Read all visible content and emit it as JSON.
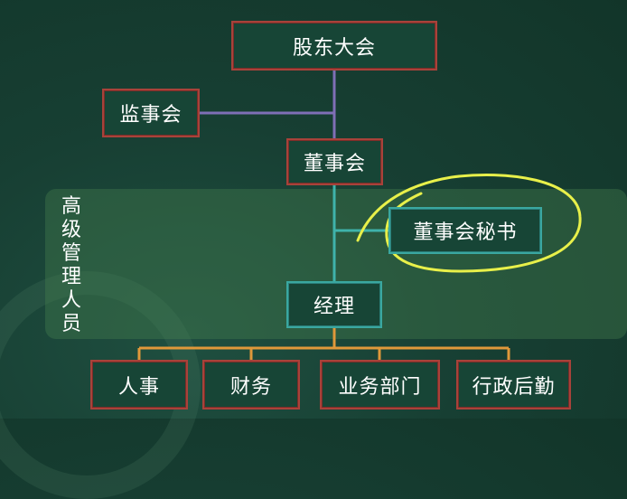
{
  "diagram": {
    "top": "股东大会",
    "supervisors": "监事会",
    "board": "董事会",
    "secretary": "董事会秘书",
    "manager": "经理",
    "band_label_chars": [
      "高",
      "级",
      "管",
      "理",
      "人",
      "员"
    ],
    "departments": [
      "人事",
      "财务",
      "业务部门",
      "行政后勤"
    ]
  },
  "colors": {
    "background": "#173f33",
    "red_border": "#a8423a",
    "teal_border": "#3aa7a0",
    "line_purple": "#7f6fb6",
    "line_teal": "#3fb3ab",
    "line_orange": "#e0983a",
    "highlight_yellow": "#e8f04a"
  }
}
